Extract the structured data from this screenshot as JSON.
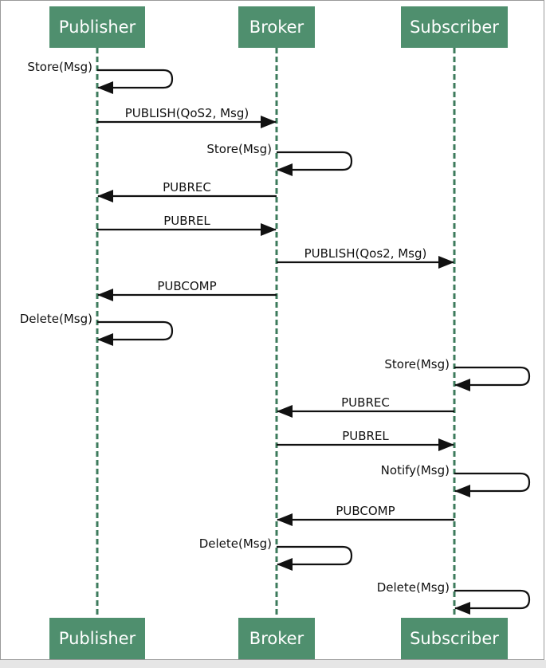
{
  "actors": [
    {
      "id": "publisher",
      "label": "Publisher"
    },
    {
      "id": "broker",
      "label": "Broker"
    },
    {
      "id": "subscriber",
      "label": "Subscriber"
    }
  ],
  "messages": [
    {
      "type": "self",
      "actor": "publisher",
      "label": "Store(Msg)"
    },
    {
      "type": "arrow",
      "from": "publisher",
      "to": "broker",
      "label": "PUBLISH(QoS2, Msg)"
    },
    {
      "type": "self",
      "actor": "broker",
      "label": "Store(Msg)"
    },
    {
      "type": "arrow",
      "from": "broker",
      "to": "publisher",
      "label": "PUBREC"
    },
    {
      "type": "arrow",
      "from": "publisher",
      "to": "broker",
      "label": "PUBREL"
    },
    {
      "type": "arrow",
      "from": "broker",
      "to": "subscriber",
      "label": "PUBLISH(Qos2, Msg)"
    },
    {
      "type": "arrow",
      "from": "broker",
      "to": "publisher",
      "label": "PUBCOMP"
    },
    {
      "type": "self",
      "actor": "publisher",
      "label": "Delete(Msg)"
    },
    {
      "type": "self",
      "actor": "subscriber",
      "label": "Store(Msg)"
    },
    {
      "type": "arrow",
      "from": "subscriber",
      "to": "broker",
      "label": "PUBREC"
    },
    {
      "type": "arrow",
      "from": "broker",
      "to": "subscriber",
      "label": "PUBREL"
    },
    {
      "type": "self",
      "actor": "subscriber",
      "label": "Notify(Msg)"
    },
    {
      "type": "arrow",
      "from": "subscriber",
      "to": "broker",
      "label": "PUBCOMP"
    },
    {
      "type": "self",
      "actor": "broker",
      "label": "Delete(Msg)"
    },
    {
      "type": "self",
      "actor": "subscriber",
      "label": "Delete(Msg)"
    }
  ],
  "colors": {
    "actor_fill": "#4f8f6e",
    "lifeline": "#3d7b5c",
    "arrow": "#111111"
  }
}
